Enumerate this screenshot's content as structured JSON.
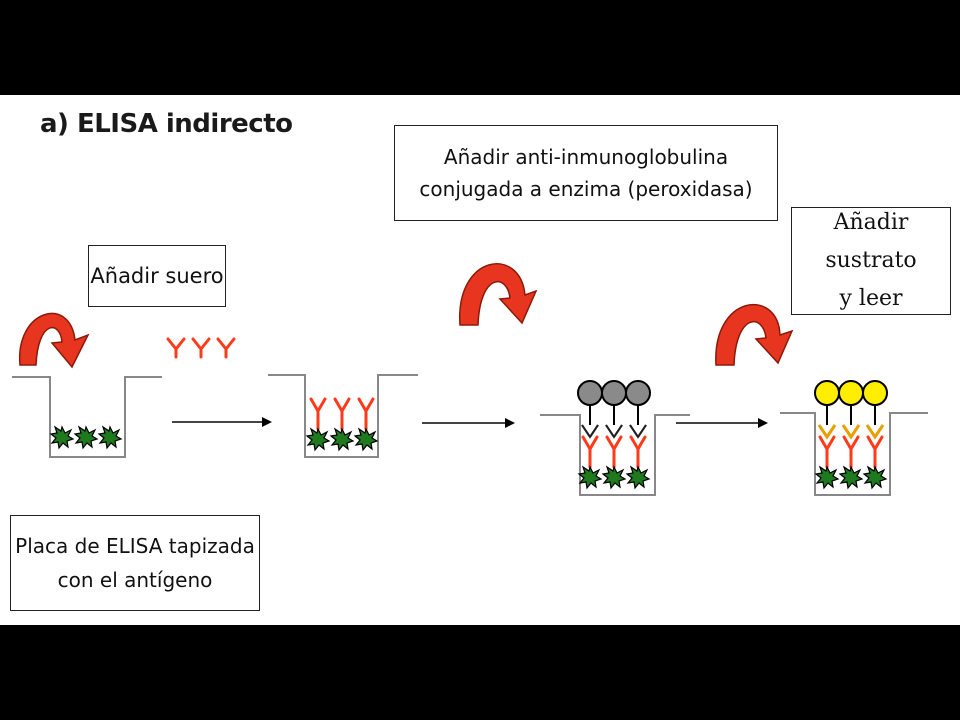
{
  "title": "a) ELISA indirecto",
  "steps": {
    "suero": "Añadir suero",
    "anti_line1": "Añadir anti-inmunoglobulina",
    "anti_line2": "conjugada a enzima (peroxidasa)",
    "sustrato_line1": "Añadir sustrato",
    "sustrato_line2": "y leer",
    "placa_line1": "Placa de ELISA tapizada",
    "placa_line2": "con el antígeno"
  },
  "colors": {
    "background_frame": "#000000",
    "slide": "#ffffff",
    "curved_arrow": "#e8351f",
    "antibody_primary": "#ff3b1a",
    "antigen": "#1f7a1f",
    "enzyme_inactive": "#8a8a8a",
    "enzyme_active": "#ffee00",
    "conjugate_arm": "#e8a000",
    "well_outline": "#888888"
  },
  "icons": [
    "curved-arrow-icon",
    "antibody-icon",
    "antigen-icon",
    "enzyme-icon",
    "step-arrow-icon"
  ]
}
